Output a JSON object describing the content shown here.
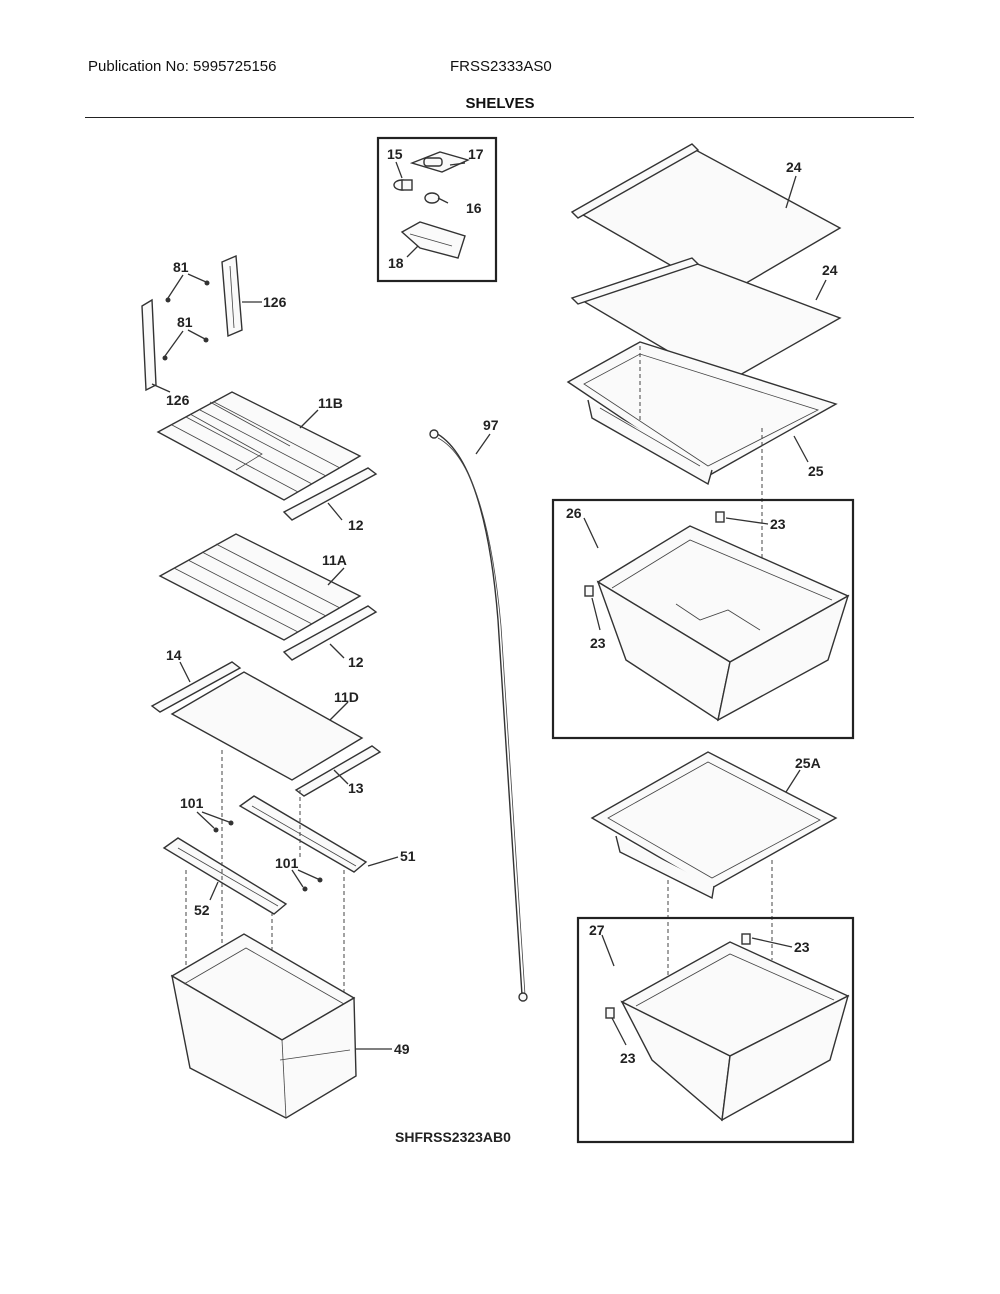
{
  "header": {
    "publication": "Publication No: 5995725156",
    "model": "FRSS2333AS0",
    "title": "SHELVES"
  },
  "callouts": {
    "p15": "15",
    "p17": "17",
    "p16": "16",
    "p18": "18",
    "p24a": "24",
    "p24b": "24",
    "p25": "25",
    "p26": "26",
    "p23a": "23",
    "p23b": "23",
    "p25A": "25A",
    "p27": "27",
    "p23c": "23",
    "p23d": "23",
    "p81a": "81",
    "p81b": "81",
    "p126a": "126",
    "p126b": "126",
    "p11B": "11B",
    "p12a": "12",
    "p11A": "11A",
    "p12b": "12",
    "p14": "14",
    "p11D": "11D",
    "p13": "13",
    "p101a": "101",
    "p101b": "101",
    "p51": "51",
    "p52": "52",
    "p49": "49",
    "p97": "97"
  },
  "footer": {
    "drawing_code": "SHFRSS2323AB0"
  }
}
